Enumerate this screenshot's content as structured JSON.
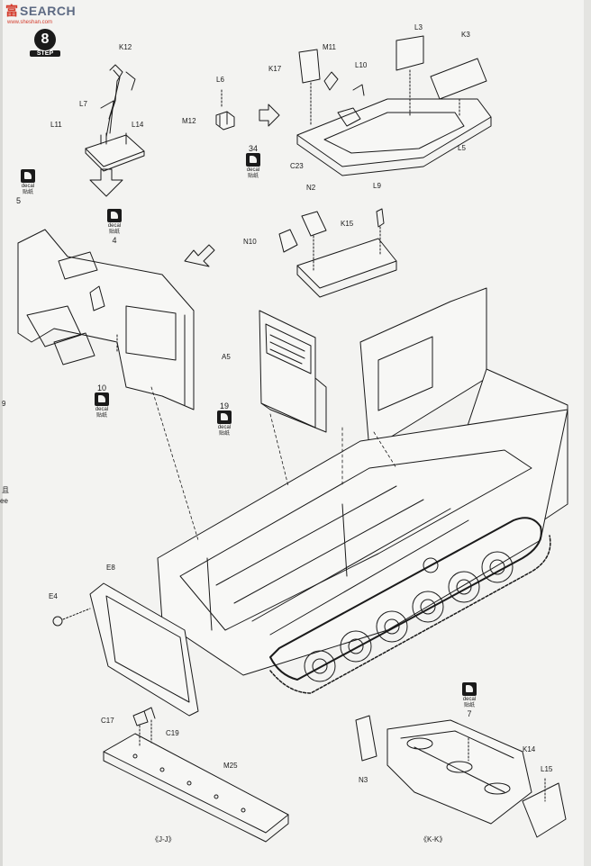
{
  "watermark": {
    "logo": "富",
    "name": "SEARCH",
    "url": "www.sheshan.com"
  },
  "step": {
    "number": "8",
    "word": "STEP"
  },
  "parts": {
    "K12": "K12",
    "L7": "L7",
    "L11": "L11",
    "L14": "L14",
    "L6": "L6",
    "M12": "M12",
    "L3": "L3",
    "K3": "K3",
    "M11": "M11",
    "K17": "K17",
    "L10": "L10",
    "C23": "C23",
    "L5": "L5",
    "N2": "N2",
    "L9": "L9",
    "N10": "N10",
    "K15": "K15",
    "A5": "A5",
    "E8": "E8",
    "E4": "E4",
    "C17": "C17",
    "C19": "C19",
    "M25": "M25",
    "N3": "N3",
    "K14": "K14",
    "L15": "L15"
  },
  "decals": {
    "word": "decal",
    "cn": "贴纸",
    "d34": "34",
    "d5": "5",
    "d4": "4",
    "d10": "10",
    "d19": "19",
    "d7": "7"
  },
  "views": {
    "jj": "《J-J》",
    "kk": "《K-K》"
  },
  "margin": {
    "a": "9",
    "b": "且",
    "c": "ee"
  },
  "colors": {
    "ink": "#1a1a1a",
    "paper": "#f3f3f1",
    "watermark_red": "#d33b2c",
    "watermark_blue": "#5d6a83"
  }
}
